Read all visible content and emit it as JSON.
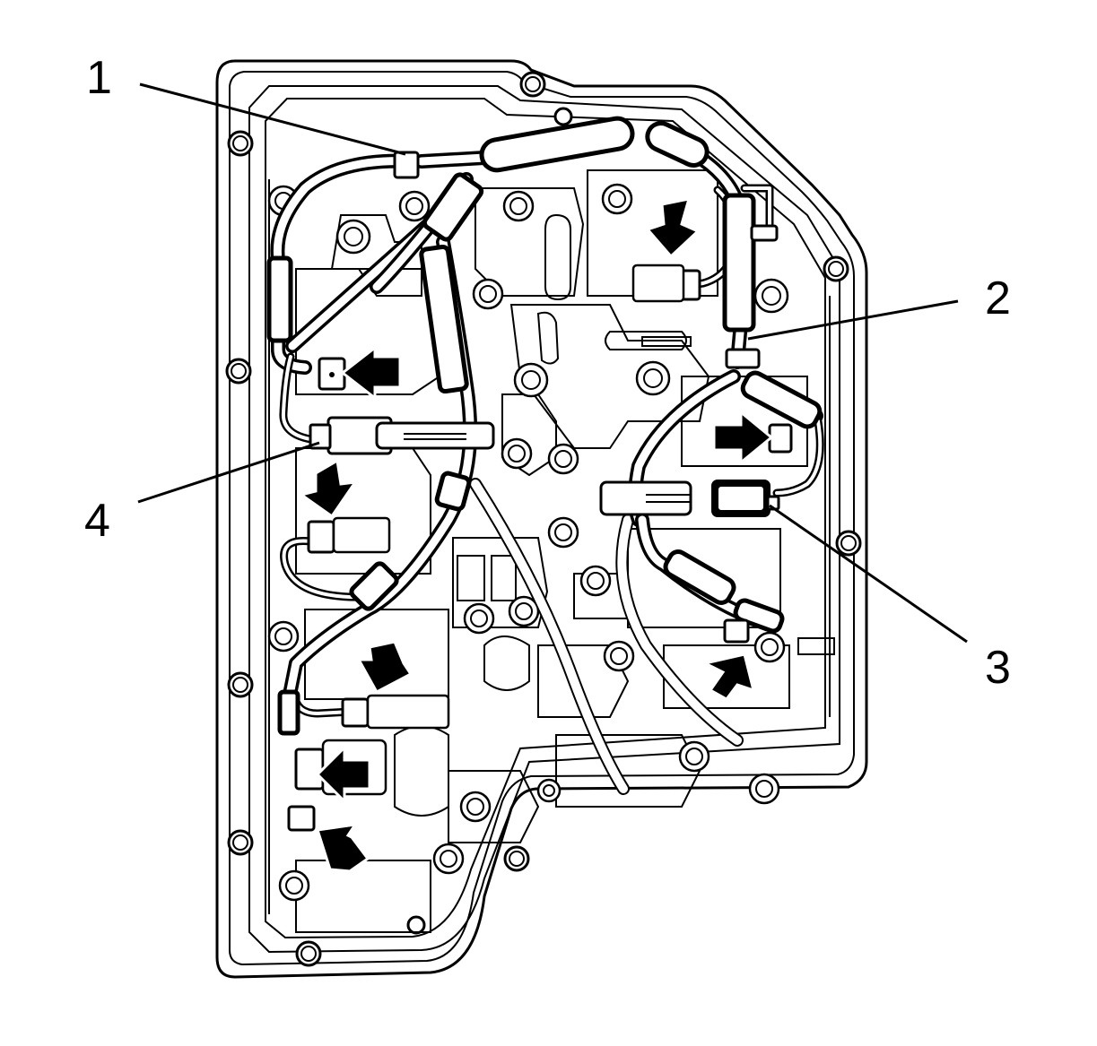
{
  "callouts": [
    {
      "id": "1",
      "label": "1"
    },
    {
      "id": "2",
      "label": "2"
    },
    {
      "id": "3",
      "label": "3"
    },
    {
      "id": "4",
      "label": "4"
    }
  ],
  "icons": {
    "arrow": "arrow-icon",
    "connector": "connector-icon",
    "bolt": "bolt-icon"
  }
}
